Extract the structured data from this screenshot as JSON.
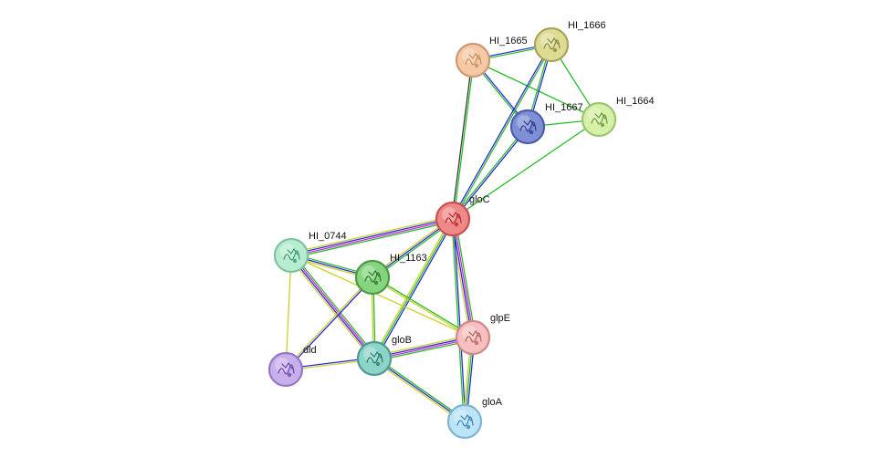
{
  "network": {
    "nodes": [
      {
        "id": "HI_1665",
        "label": "HI_1665",
        "fill": "#f6c8a4",
        "stroke": "#cc9a72",
        "hint": "#c49060"
      },
      {
        "id": "HI_1666",
        "label": "HI_1666",
        "fill": "#dedc92",
        "stroke": "#a8a45c",
        "hint": "#8a8848"
      },
      {
        "id": "HI_1667",
        "label": "HI_1667",
        "fill": "#7f8fd6",
        "stroke": "#4c5ca8",
        "hint": "#2c3c88"
      },
      {
        "id": "HI_1664",
        "label": "HI_1664",
        "fill": "#d6f0a8",
        "stroke": "#9cc46e",
        "hint": "#6a9a38"
      },
      {
        "id": "gloC",
        "label": "gloC",
        "fill": "#f08888",
        "stroke": "#c85050",
        "hint": "#a83030"
      },
      {
        "id": "HI_0744",
        "label": "HI_0744",
        "fill": "#b8ecd0",
        "stroke": "#7cc4a0",
        "hint": "#3a9a70"
      },
      {
        "id": "HI_1163",
        "label": "HI_1163",
        "fill": "#86d47e",
        "stroke": "#4c9a48",
        "hint": "#2a7a28"
      },
      {
        "id": "glpE",
        "label": "glpE",
        "fill": "#f6c0c0",
        "stroke": "#d08888",
        "hint": "#b06060"
      },
      {
        "id": "dld",
        "label": "dld",
        "fill": "#c8b0ec",
        "stroke": "#9478c4",
        "hint": "#6a48a4"
      },
      {
        "id": "gloB",
        "label": "gloB",
        "fill": "#8cd4c8",
        "stroke": "#4c9a90",
        "hint": "#2a7a70"
      },
      {
        "id": "gloA",
        "label": "gloA",
        "fill": "#bce4f6",
        "stroke": "#7cb4d4",
        "hint": "#3a84b4"
      }
    ],
    "edges": [
      {
        "source": "HI_1665",
        "target": "HI_1666",
        "colors": [
          "#2222dd",
          "#22bb22"
        ]
      },
      {
        "source": "HI_1665",
        "target": "HI_1667",
        "colors": [
          "#2222dd",
          "#22bb22"
        ]
      },
      {
        "source": "HI_1665",
        "target": "HI_1664",
        "colors": [
          "#22bb22"
        ]
      },
      {
        "source": "HI_1665",
        "target": "gloC",
        "colors": [
          "#22bb22",
          "#333333"
        ]
      },
      {
        "source": "HI_1666",
        "target": "HI_1667",
        "colors": [
          "#2222dd",
          "#22bb22"
        ]
      },
      {
        "source": "HI_1666",
        "target": "HI_1664",
        "colors": [
          "#22bb22"
        ]
      },
      {
        "source": "HI_1666",
        "target": "gloC",
        "colors": [
          "#22bb22",
          "#2222dd"
        ]
      },
      {
        "source": "HI_1667",
        "target": "HI_1664",
        "colors": [
          "#22bb22"
        ]
      },
      {
        "source": "HI_1667",
        "target": "gloC",
        "colors": [
          "#2222dd",
          "#22bb22"
        ]
      },
      {
        "source": "HI_1664",
        "target": "gloC",
        "colors": [
          "#22bb22"
        ]
      },
      {
        "source": "gloC",
        "target": "HI_0744",
        "colors": [
          "#22bb22",
          "#cc22cc",
          "#2222dd",
          "#cccc22"
        ]
      },
      {
        "source": "gloC",
        "target": "HI_1163",
        "colors": [
          "#22bb22",
          "#2222dd",
          "#cccc22"
        ]
      },
      {
        "source": "gloC",
        "target": "glpE",
        "colors": [
          "#22bb22",
          "#cc22cc",
          "#2222dd",
          "#cccc22"
        ]
      },
      {
        "source": "gloC",
        "target": "gloB",
        "colors": [
          "#2222dd",
          "#22bb22",
          "#cccc22"
        ]
      },
      {
        "source": "gloC",
        "target": "gloA",
        "colors": [
          "#2222dd",
          "#22bb22"
        ]
      },
      {
        "source": "HI_0744",
        "target": "HI_1163",
        "colors": [
          "#22bb22",
          "#2222dd",
          "#cccc22"
        ]
      },
      {
        "source": "HI_0744",
        "target": "gloB",
        "colors": [
          "#22bb22",
          "#cc22cc",
          "#2222dd",
          "#cccc22"
        ]
      },
      {
        "source": "HI_0744",
        "target": "dld",
        "colors": [
          "#cccc22"
        ]
      },
      {
        "source": "HI_0744",
        "target": "glpE",
        "colors": [
          "#cccc22"
        ]
      },
      {
        "source": "HI_1163",
        "target": "gloB",
        "colors": [
          "#22bb22",
          "#cccc22"
        ]
      },
      {
        "source": "HI_1163",
        "target": "glpE",
        "colors": [
          "#22bb22",
          "#cccc22"
        ]
      },
      {
        "source": "HI_1163",
        "target": "dld",
        "colors": [
          "#2222dd",
          "#cccc22"
        ]
      },
      {
        "source": "glpE",
        "target": "gloB",
        "colors": [
          "#22bb22",
          "#cc22cc",
          "#2222dd",
          "#cccc22"
        ]
      },
      {
        "source": "glpE",
        "target": "gloA",
        "colors": [
          "#2222dd",
          "#22bb22",
          "#cccc22"
        ]
      },
      {
        "source": "dld",
        "target": "gloB",
        "colors": [
          "#2222dd",
          "#cccc22"
        ]
      },
      {
        "source": "gloB",
        "target": "gloA",
        "colors": [
          "#22bb22",
          "#2222dd",
          "#cccc22"
        ]
      }
    ]
  }
}
